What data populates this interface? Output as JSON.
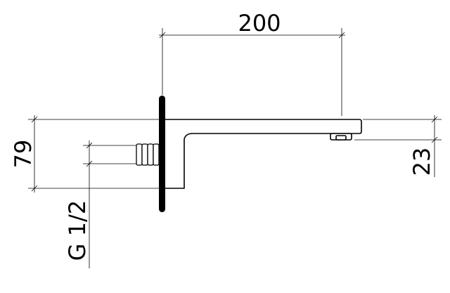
{
  "dimensions": {
    "reach": "200",
    "height": "79",
    "outlet": "23",
    "thread": "G 1/2"
  }
}
